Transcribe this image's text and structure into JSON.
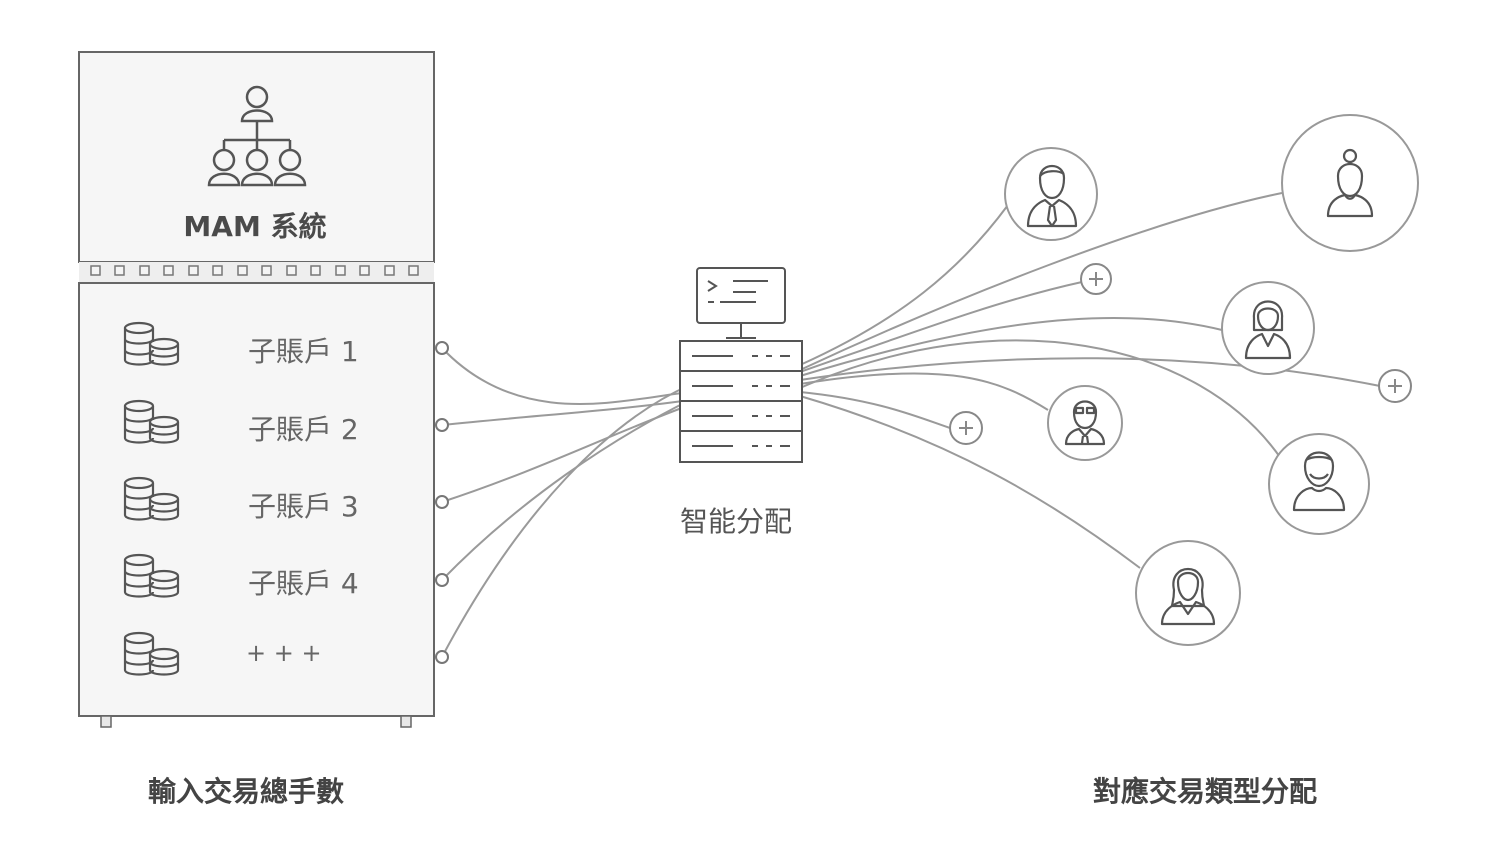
{
  "mam_box": {
    "title": "MAM 系統"
  },
  "sub_accounts": [
    {
      "label": "子賬戶 1"
    },
    {
      "label": "子賬戶 2"
    },
    {
      "label": "子賬戶 3"
    },
    {
      "label": "子賬戶 4"
    },
    {
      "label": "+ + +"
    }
  ],
  "server": {
    "label": "智能分配"
  },
  "captions": {
    "left": "輸入交易總手數",
    "right": "對應交易類型分配"
  },
  "colors": {
    "stroke": "#666666",
    "line": "#9a9a9a",
    "box_fill": "#f6f6f6"
  }
}
